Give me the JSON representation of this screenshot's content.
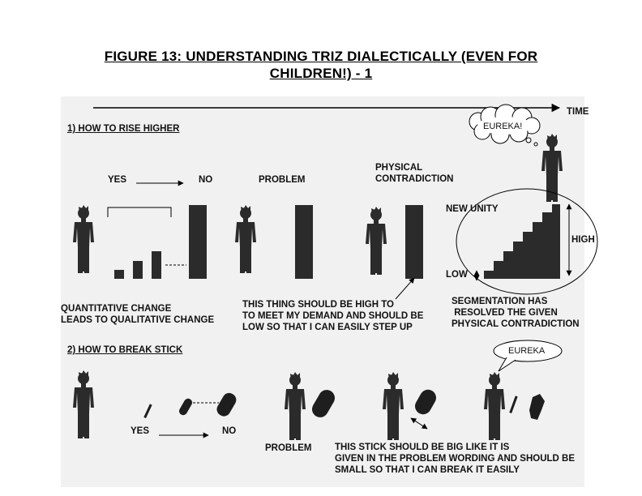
{
  "title": {
    "line1_prefix": "FIGURE 13",
    "line1_sep": ": ",
    "line1_rest": "UNDERSTANDING TRIZ  DIALECTICALLY (EVEN FOR",
    "line2": "CHILDREN!) - 1"
  },
  "timeline": {
    "label": "TIME"
  },
  "section1": {
    "heading": "1) HOW TO RISE HIGHER",
    "yes": "YES",
    "no": "NO",
    "problem": "PROBLEM",
    "physical": "PHYSICAL",
    "contradiction": "CONTRADICTION",
    "eureka": "EUREKA!",
    "new_unity": "NEW UNITY",
    "high": "HIGH",
    "low": "LOW",
    "caption_left": [
      "QUANTITATIVE CHANGE",
      "LEADS TO QUALITATIVE CHANGE"
    ],
    "caption_mid": [
      "THIS THING SHOULD BE HIGH TO",
      "TO MEET MY DEMAND AND SHOULD BE",
      "LOW SO THAT I CAN EASILY STEP UP"
    ],
    "caption_right": [
      "SEGMENTATION HAS",
      " RESOLVED THE GIVEN",
      "PHYSICAL CONTRADICTION"
    ]
  },
  "section2": {
    "heading": "2) HOW TO  BREAK STICK",
    "eureka": "EUREKA",
    "yes": "YES",
    "no": "NO",
    "problem": "PROBLEM",
    "caption": [
      "THIS STICK SHOULD BE BIG LIKE IT IS",
      "GIVEN IN THE PROBLEM WORDING AND SHOULD BE",
      "SMALL SO THAT I CAN BREAK IT EASILY"
    ]
  },
  "colors": {
    "ink": "#2b2b2b",
    "panel": "#f1f1f1",
    "text": "#111111"
  }
}
